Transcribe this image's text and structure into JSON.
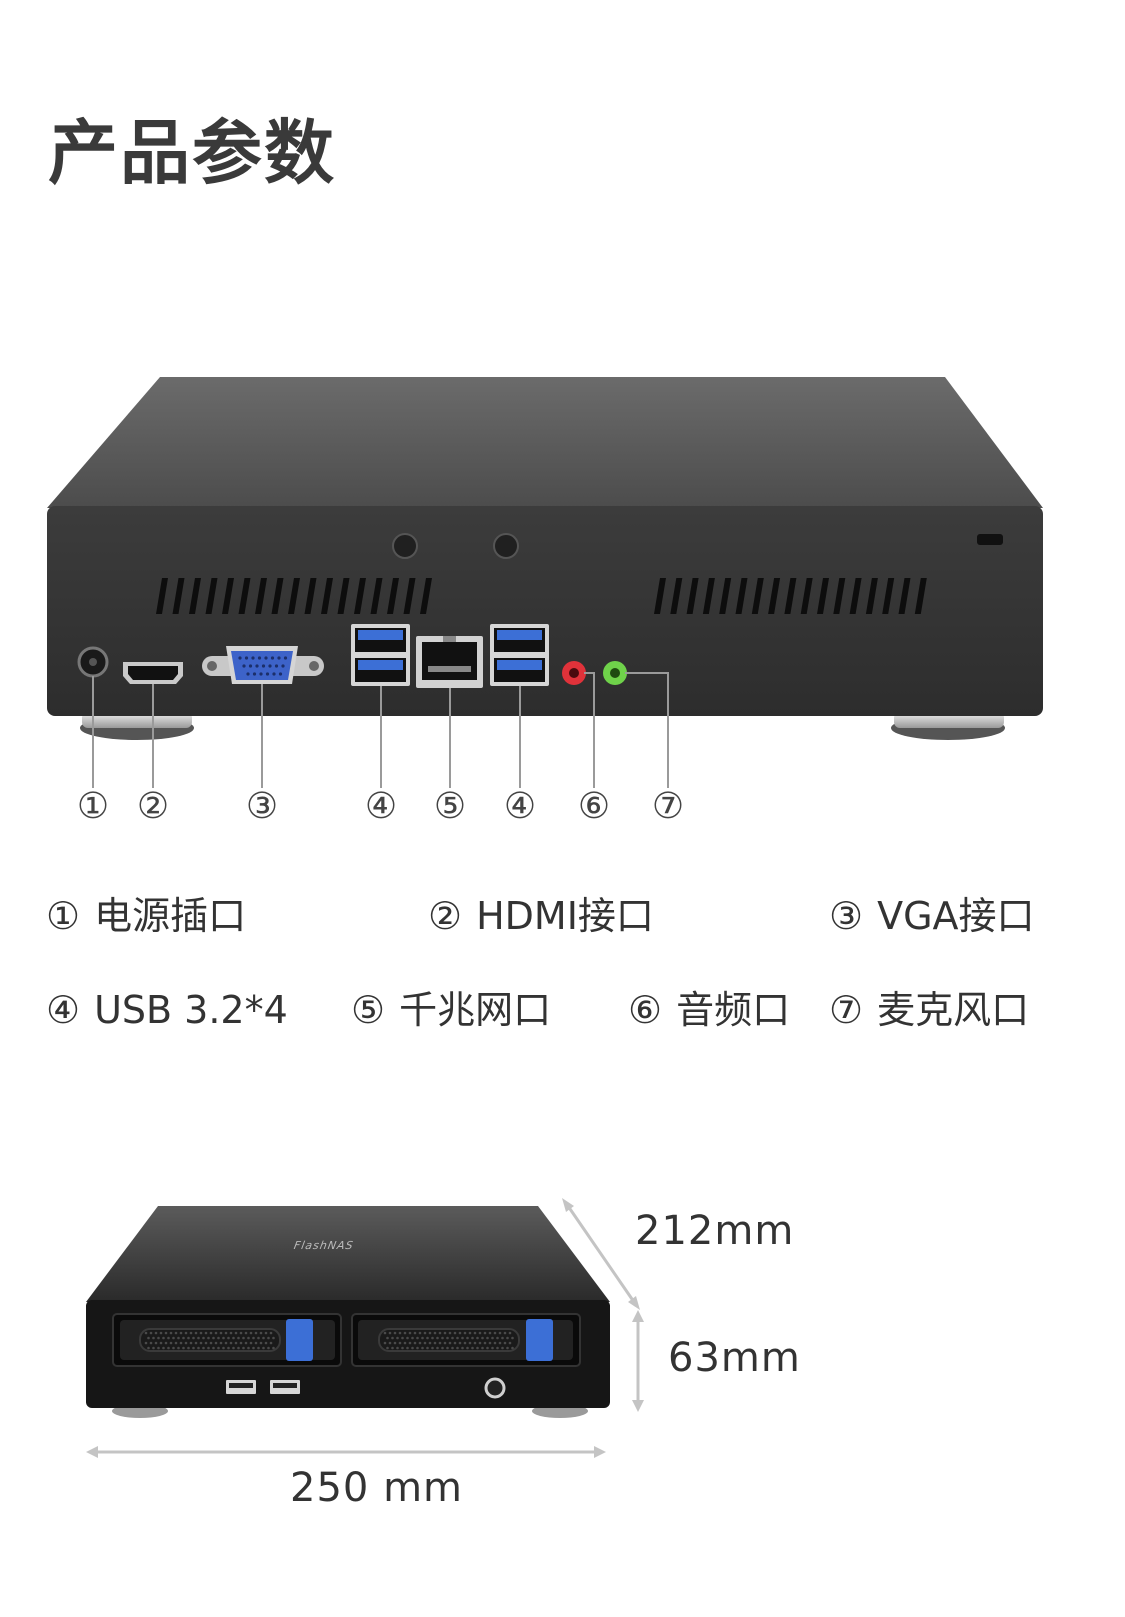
{
  "page": {
    "title": "产品参数"
  },
  "callouts": {
    "n1": "①",
    "n2": "②",
    "n3": "③",
    "n4a": "④",
    "n5": "⑤",
    "n4b": "④",
    "n6": "⑥",
    "n7": "⑦"
  },
  "legend": {
    "row1": [
      {
        "num": "①",
        "label": "电源插口"
      },
      {
        "num": "②",
        "label": "HDMI接口"
      },
      {
        "num": "③",
        "label": "VGA接口"
      }
    ],
    "row2": [
      {
        "num": "④",
        "label": "USB 3.2*4"
      },
      {
        "num": "⑤",
        "label": "千兆网口"
      },
      {
        "num": "⑥",
        "label": "音频口"
      },
      {
        "num": "⑦",
        "label": "麦克风口"
      }
    ]
  },
  "dimensions": {
    "depth": "212mm",
    "height": "63mm",
    "width": "250 mm"
  },
  "front_logo": "FlashNAS",
  "colors": {
    "case_top": "#5a5a5a",
    "case_front": "#2f2f2f",
    "usb_blue": "#3c6fd6",
    "vga_blue": "#3d63c9",
    "audio_red": "#e0323a",
    "audio_green": "#6fd24a",
    "accent_gray": "#bdbdbd"
  }
}
